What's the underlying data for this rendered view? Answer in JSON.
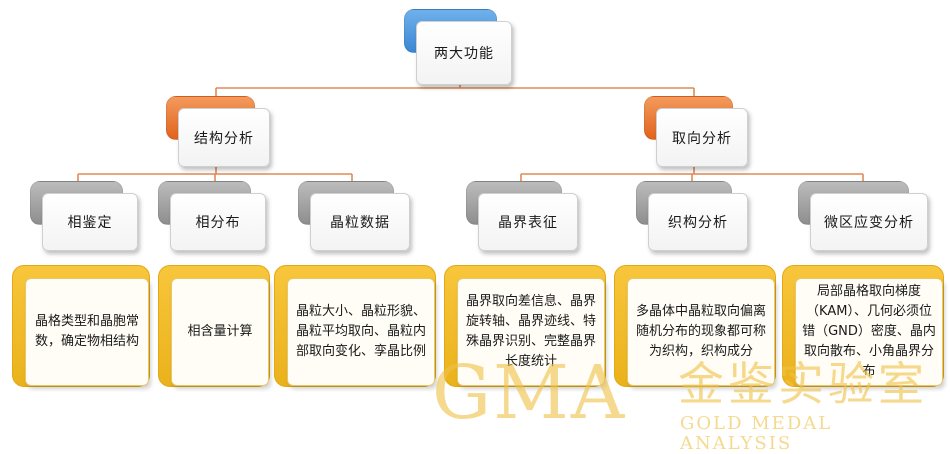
{
  "root": {
    "label": "两大功能"
  },
  "branches": [
    {
      "label": "结构分析",
      "children": [
        {
          "label": "相鉴定",
          "description": "晶格类型和晶胞常数，确定物相结构"
        },
        {
          "label": "相分布",
          "description": "相含量计算"
        },
        {
          "label": "晶粒数据",
          "description": "晶粒大小、晶粒形貌、晶粒平均取向、晶粒内部取向变化、孪晶比例"
        }
      ]
    },
    {
      "label": "取向分析",
      "children": [
        {
          "label": "晶界表征",
          "description": "晶界取向差信息、晶界旋转轴、晶界迹线、特殊晶界识别、完整晶界长度统计"
        },
        {
          "label": "织构分析",
          "description": "多晶体中晶粒取向偏离随机分布的现象都可称为织构，织构成分"
        },
        {
          "label": "微区应变分析",
          "description": "局部晶格取向梯度（KAM）、几何必须位错（GND）密度、晶内取向散布、小角晶界分布"
        }
      ]
    }
  ],
  "watermark": {
    "logo": "GMA",
    "chinese": "金鉴实验室",
    "english": "GOLD MEDAL ANALYSIS"
  },
  "colors": {
    "root_accent": "#3b86d3",
    "branch_accent": "#e1631d",
    "leaf_accent": "#8e8e8e",
    "description_accent": "#eab21b",
    "connector": "#e08a52"
  }
}
